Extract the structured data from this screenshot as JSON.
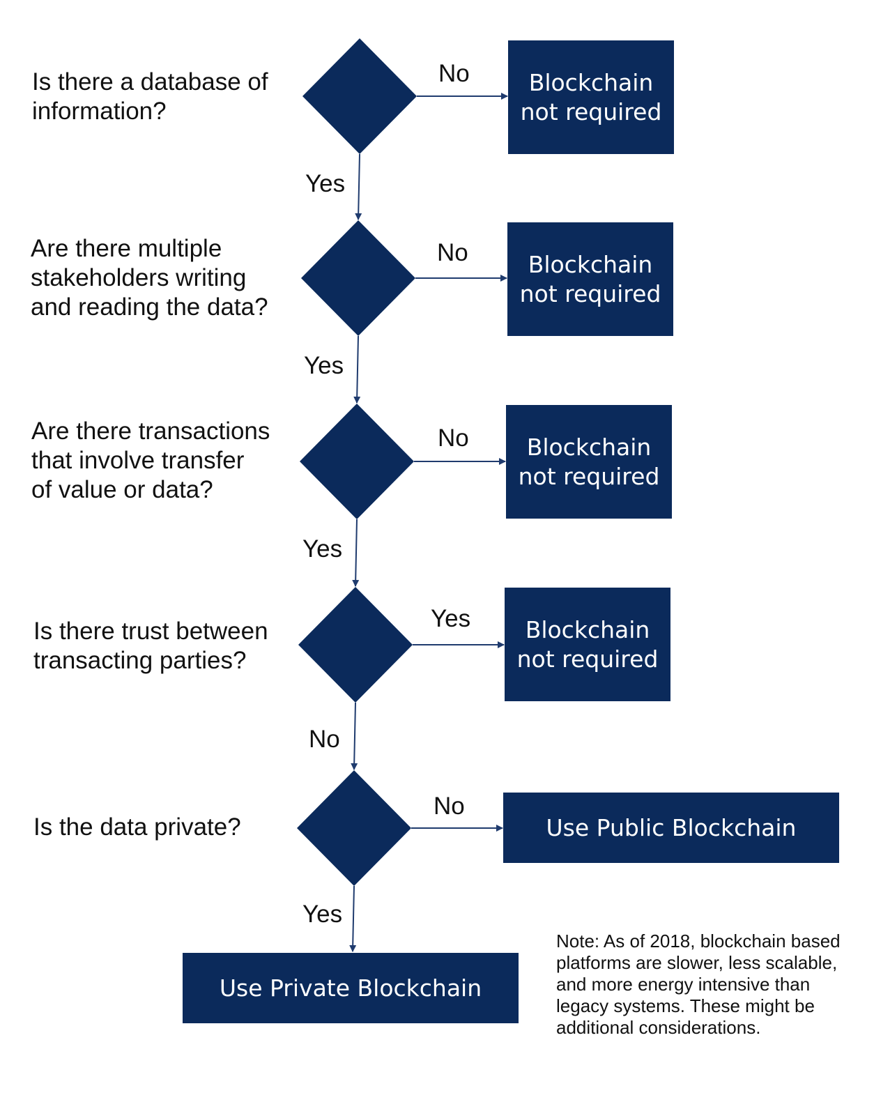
{
  "colors": {
    "shape_fill": "#0b2a5b",
    "box_text": "#ffffff",
    "text": "#111111",
    "connector": "#1f3b6e"
  },
  "questions": [
    {
      "lines": [
        "Is there a database of",
        "information?"
      ]
    },
    {
      "lines": [
        "Are there multiple",
        "stakeholders writing",
        "and reading the data?"
      ]
    },
    {
      "lines": [
        "Are there transactions",
        "that involve transfer",
        "of value or data?"
      ]
    },
    {
      "lines": [
        "Is there trust between",
        "transacting parties?"
      ]
    },
    {
      "lines": [
        "Is the data private?"
      ]
    }
  ],
  "side_labels": [
    "No",
    "No",
    "No",
    "Yes",
    "No"
  ],
  "down_labels": [
    "Yes",
    "Yes",
    "Yes",
    "No",
    "Yes"
  ],
  "outcomes": [
    {
      "lines": [
        "Blockchain",
        "not required"
      ]
    },
    {
      "lines": [
        "Blockchain",
        "not required"
      ]
    },
    {
      "lines": [
        "Blockchain",
        "not required"
      ]
    },
    {
      "lines": [
        "Blockchain",
        "not required"
      ]
    },
    {
      "lines": [
        "Use Public Blockchain"
      ]
    }
  ],
  "final": {
    "label": "Use Private Blockchain"
  },
  "note": {
    "text": "Note: As of 2018, blockchain based platforms are slower, less scalable, and more energy intensive than legacy systems. These might be additional considerations."
  }
}
